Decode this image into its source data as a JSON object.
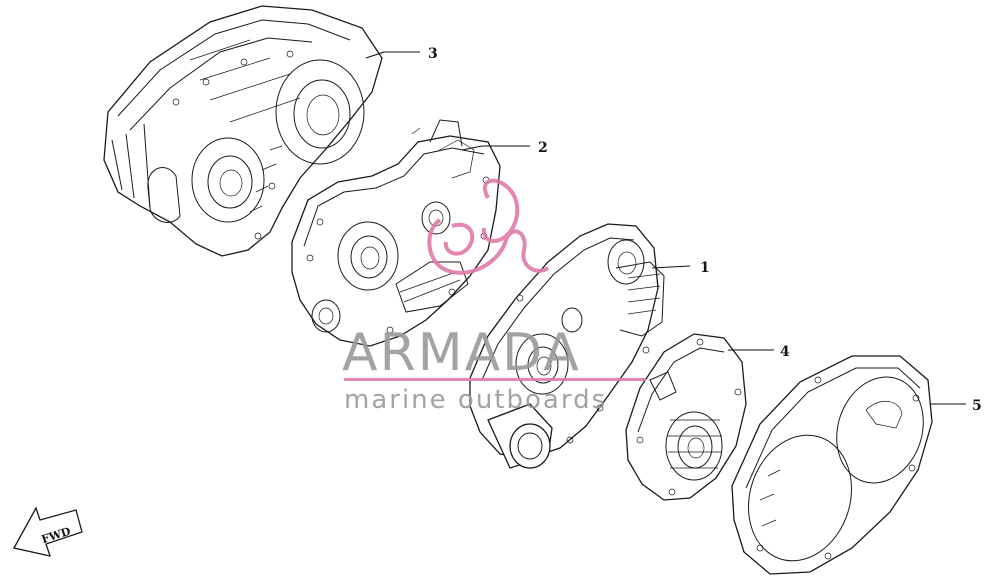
{
  "diagram": {
    "callouts": [
      {
        "id": "1",
        "label": "1"
      },
      {
        "id": "2",
        "label": "2"
      },
      {
        "id": "3",
        "label": "3"
      },
      {
        "id": "4",
        "label": "4"
      },
      {
        "id": "5",
        "label": "5"
      }
    ],
    "direction_marker": "FWD"
  },
  "watermark": {
    "brand": "ARMADA",
    "tagline": "marine outboards",
    "logo_color": "#e07aa8",
    "text_color": "#9a9a9a"
  }
}
